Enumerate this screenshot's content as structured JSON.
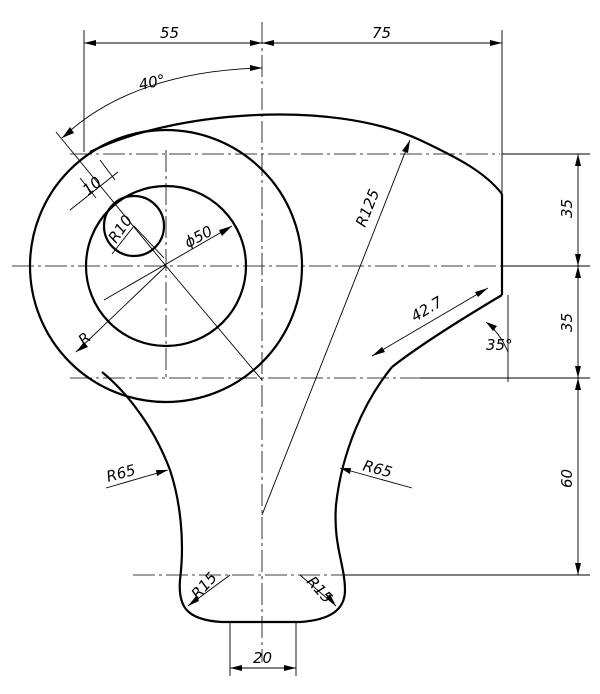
{
  "drawing": {
    "labels": {
      "dim_55": "55",
      "dim_75": "75",
      "angle_40": "40°",
      "dim_10": "10",
      "r10": "R10",
      "dia50": "ϕ50",
      "r125": "R125",
      "dim_35_upper": "35",
      "dim_35_lower": "35",
      "dim_42_7": "42.7",
      "angle_35": "35°",
      "r_plain": "R",
      "r65_left": "R65",
      "r65_right": "R65",
      "dim_60": "60",
      "r15_left": "R15",
      "r15_right": "R15",
      "dim_20": "20"
    }
  }
}
